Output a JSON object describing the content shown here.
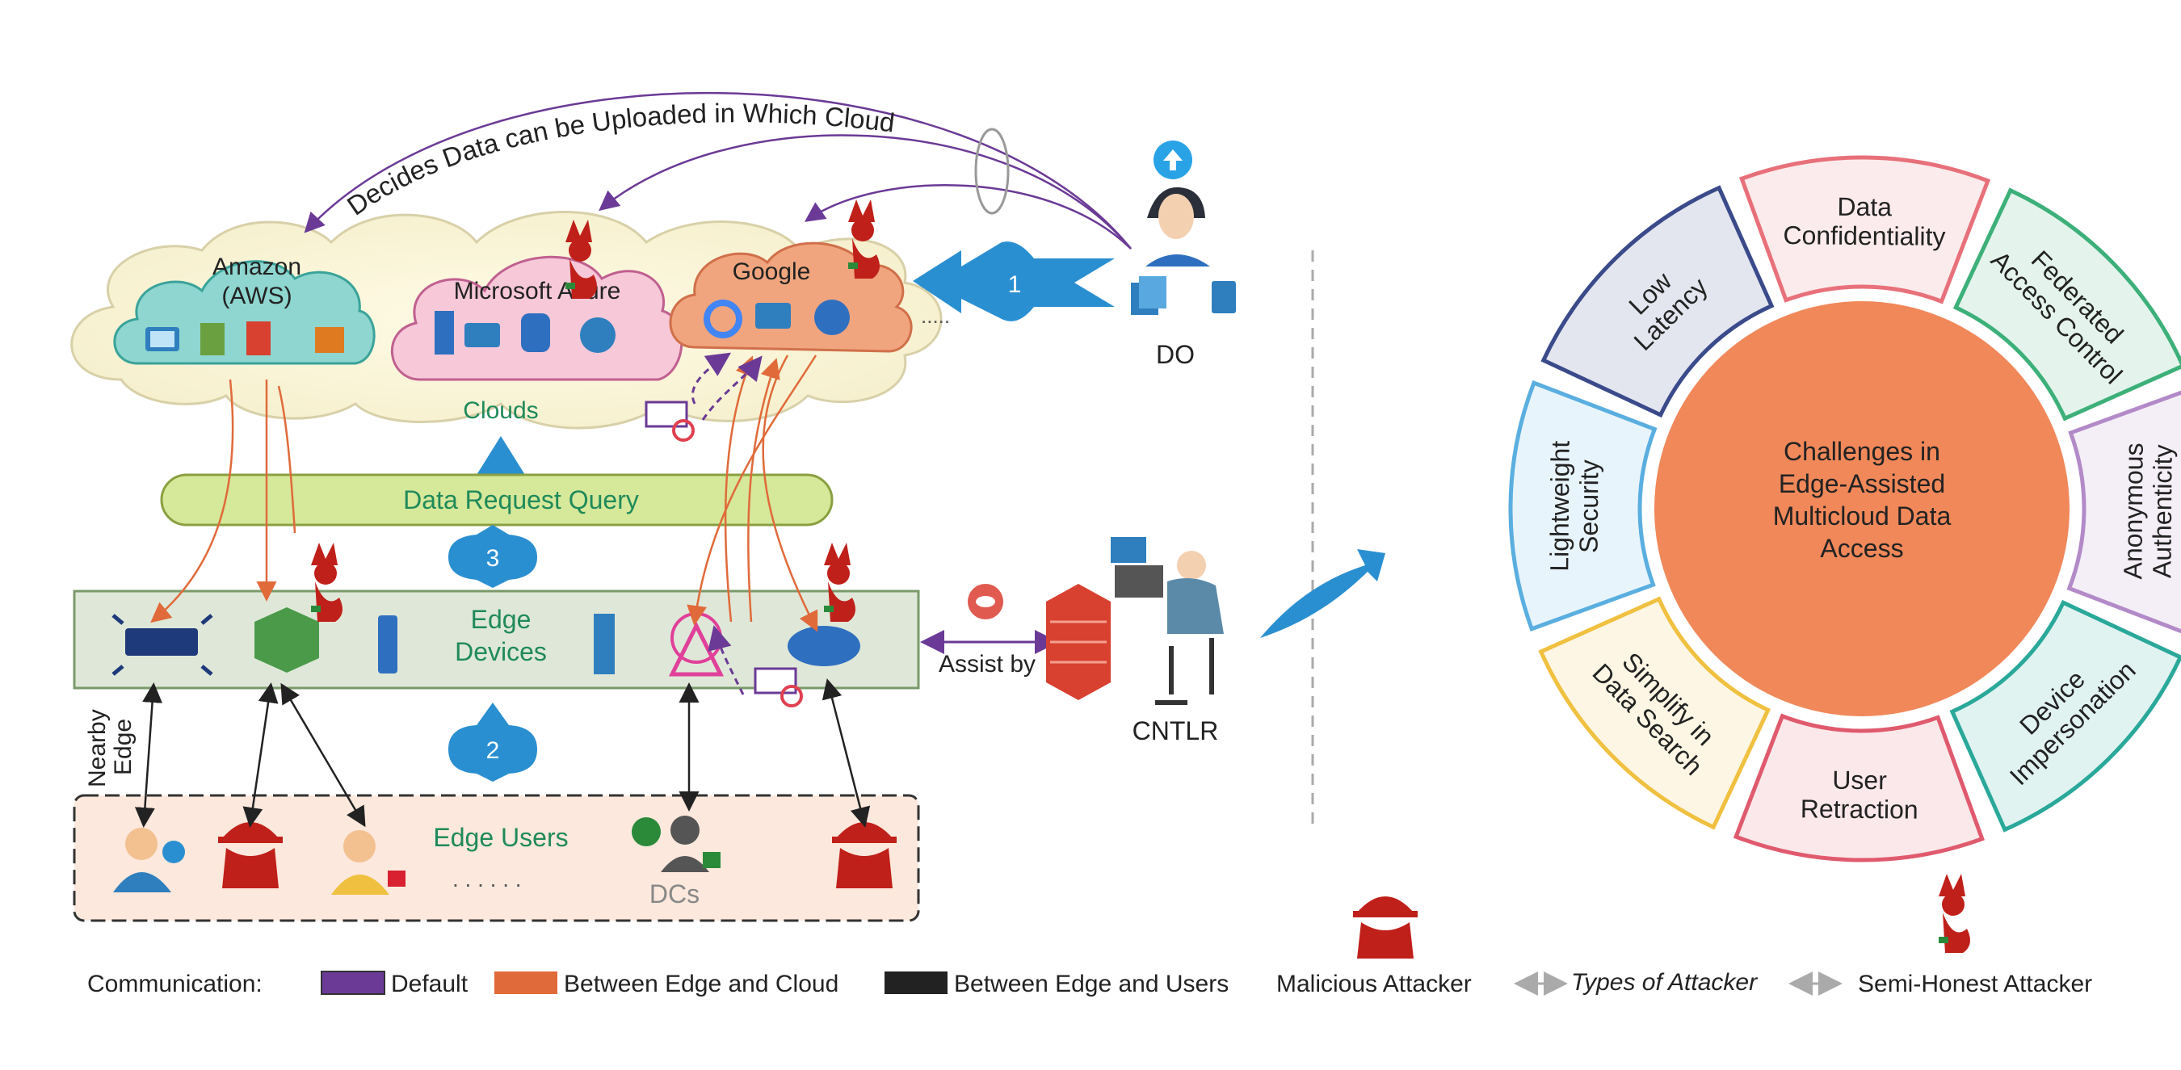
{
  "top_arc_label": "Decides Data can be Uploaded in Which Cloud",
  "clouds": {
    "amazon": "Amazon",
    "amazon_sub": "(AWS)",
    "azure": "Microsoft Azure",
    "google": "Google",
    "group_label": "Clouds",
    "ellipsis": "....."
  },
  "data_owner": "DO",
  "query_bar": "Data Request Query",
  "steps": {
    "one": "1",
    "two": "2",
    "three": "3"
  },
  "edge_devices": {
    "line1": "Edge",
    "line2": "Devices"
  },
  "controller": {
    "assist": "Assist by",
    "label": "CNTLR"
  },
  "nearby_edge": {
    "line1": "Nearby",
    "line2": "Edge"
  },
  "edge_users": {
    "label": "Edge Users",
    "dots": ". . . . . .",
    "dcs": "DCs"
  },
  "legend": {
    "communication": "Communication:",
    "default": "Default",
    "edge_cloud": "Between Edge and Cloud",
    "edge_users": "Between Edge and Users",
    "malicious": "Malicious Attacker",
    "types": "Types of Attacker",
    "semi_honest": "Semi-Honest Attacker",
    "colors": {
      "default": "#6b3a96",
      "edge_cloud": "#e06a3a",
      "edge_users": "#222222"
    }
  },
  "wheel": {
    "center": [
      "Challenges in",
      "Edge-Assisted",
      "Multicloud Data",
      "Access"
    ],
    "segments": [
      {
        "lines": [
          "Data",
          "Confidentiality"
        ],
        "color": "#e8707a"
      },
      {
        "lines": [
          "Federated",
          "Access Control"
        ],
        "color": "#3db07a"
      },
      {
        "lines": [
          "Anonymous",
          "Authenticity"
        ],
        "color": "#b38ac8"
      },
      {
        "lines": [
          "Device",
          "Impersonation"
        ],
        "color": "#2aa89a"
      },
      {
        "lines": [
          "User",
          "Retraction"
        ],
        "color": "#e05a6e"
      },
      {
        "lines": [
          "Simplify in",
          "Data Search"
        ],
        "color": "#f0c040"
      },
      {
        "lines": [
          "Lightweight",
          "Security"
        ],
        "color": "#5aaee0"
      },
      {
        "lines": [
          "Low",
          "Latency"
        ],
        "color": "#3a4a8a"
      }
    ],
    "center_color": "#f0885a"
  }
}
